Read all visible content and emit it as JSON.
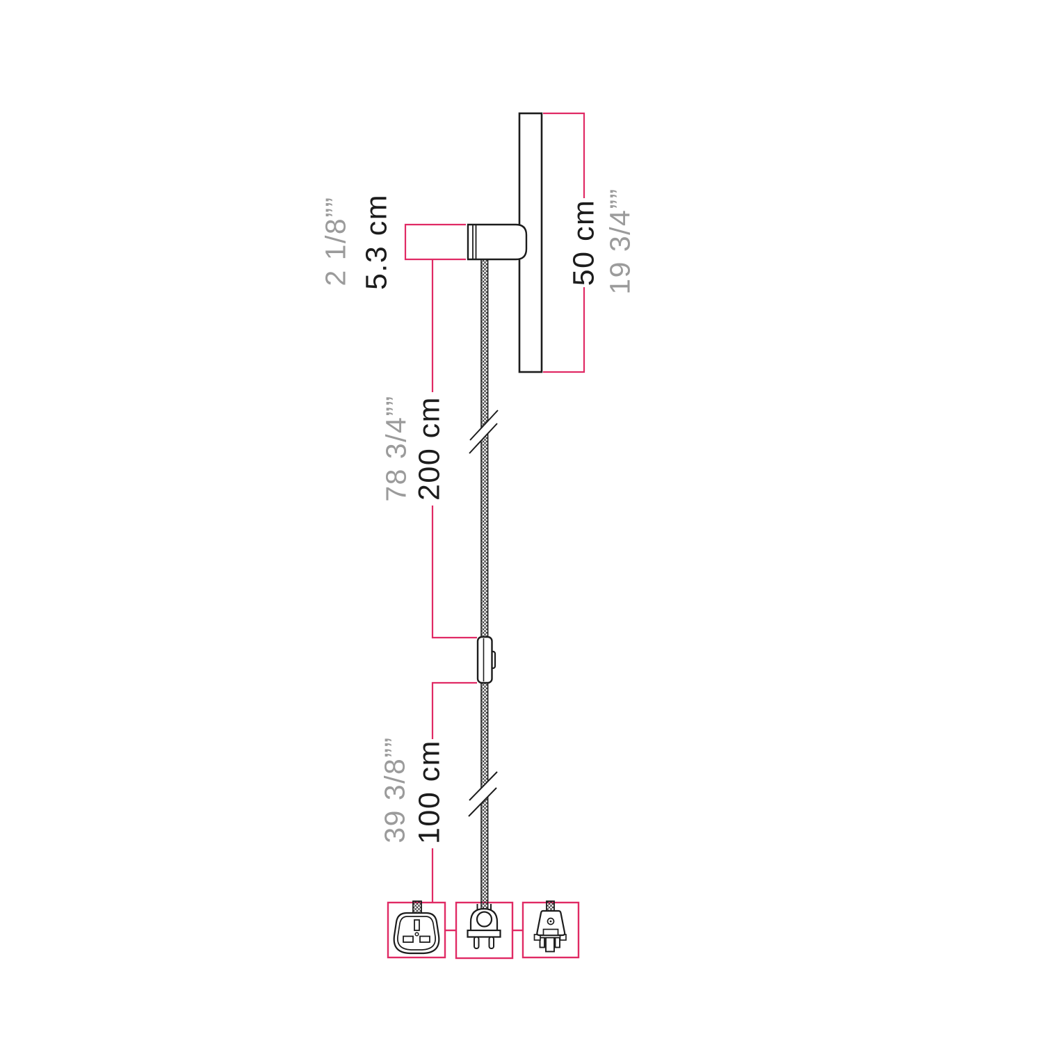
{
  "colors": {
    "accent": "#e02a64",
    "ink": "#1c1c1c",
    "muted": "#9b9b9b",
    "background": "#ffffff"
  },
  "dimensions": {
    "socket": {
      "metric": "5.3 cm",
      "imperial": "2 1/8””"
    },
    "bulb": {
      "metric": "50 cm",
      "imperial": "19 3/4””"
    },
    "cable_upper": {
      "metric": "200 cm",
      "imperial": "78 3/4””"
    },
    "cable_lower": {
      "metric": "100 cm",
      "imperial": "39 3/8””"
    }
  },
  "plug_option_icons": [
    "uk-plug-icon",
    "eu-plug-icon",
    "grounded-plug-icon"
  ]
}
